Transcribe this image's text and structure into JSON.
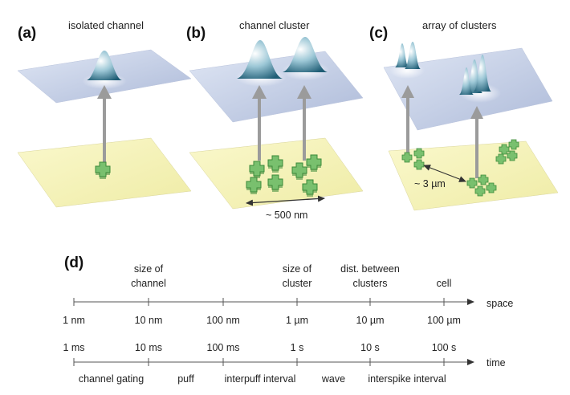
{
  "panels": [
    {
      "label": "(a)",
      "title": "isolated channel"
    },
    {
      "label": "(b)",
      "title": "channel cluster",
      "scale_label": "~ 500 nm"
    },
    {
      "label": "(c)",
      "title": "array of clusters",
      "scale_label": "~ 3 µm"
    }
  ],
  "panel_d": {
    "label": "(d)",
    "space_axis": {
      "name": "space",
      "ticks": [
        "1 nm",
        "10 nm",
        "100 nm",
        "1 µm",
        "10 µm",
        "100 µm"
      ],
      "annotations": [
        {
          "tick_index": 1,
          "line1": "size of",
          "line2": "channel"
        },
        {
          "tick_index": 3,
          "line1": "size of",
          "line2": "cluster"
        },
        {
          "tick_index": 4,
          "line1": "dist. between",
          "line2": "clusters"
        },
        {
          "tick_index": 5,
          "line1": "",
          "line2": "cell"
        }
      ]
    },
    "time_axis": {
      "name": "time",
      "ticks": [
        "1 ms",
        "10 ms",
        "100 ms",
        "1 s",
        "10 s",
        "100 s"
      ],
      "events": [
        "channel gating",
        "puff",
        "interpuff interval",
        "wave",
        "interspike interval"
      ]
    }
  },
  "colors": {
    "upper_plane": "#c9d3ea",
    "lower_plane": "#f6f3b8",
    "channel": "#79c06e",
    "channel_edge": "#3c8a3a",
    "arrow": "#9b9b9b",
    "peak": "#1f5f78"
  }
}
